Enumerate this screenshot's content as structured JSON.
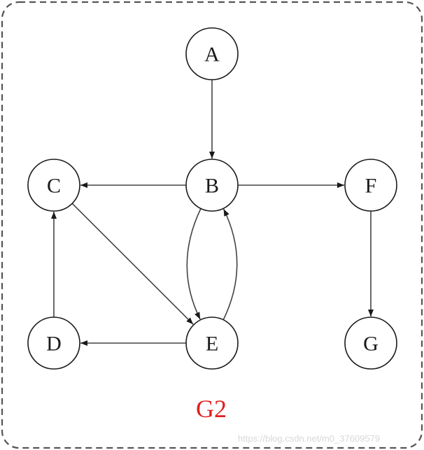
{
  "graph": {
    "caption": "G2",
    "nodes": [
      {
        "id": "A",
        "label": "A"
      },
      {
        "id": "B",
        "label": "B"
      },
      {
        "id": "C",
        "label": "C"
      },
      {
        "id": "D",
        "label": "D"
      },
      {
        "id": "E",
        "label": "E"
      },
      {
        "id": "F",
        "label": "F"
      },
      {
        "id": "G",
        "label": "G"
      }
    ],
    "edges": [
      {
        "from": "A",
        "to": "B"
      },
      {
        "from": "B",
        "to": "C"
      },
      {
        "from": "B",
        "to": "F"
      },
      {
        "from": "B",
        "to": "E"
      },
      {
        "from": "E",
        "to": "B"
      },
      {
        "from": "C",
        "to": "E"
      },
      {
        "from": "D",
        "to": "C"
      },
      {
        "from": "E",
        "to": "D"
      },
      {
        "from": "F",
        "to": "G"
      }
    ]
  },
  "watermark": "https://blog.csdn.net/m0_37609579",
  "colors": {
    "stroke": "#1a1a1a",
    "edge": "#444444",
    "caption": "#e02020",
    "frame": "#555555"
  }
}
